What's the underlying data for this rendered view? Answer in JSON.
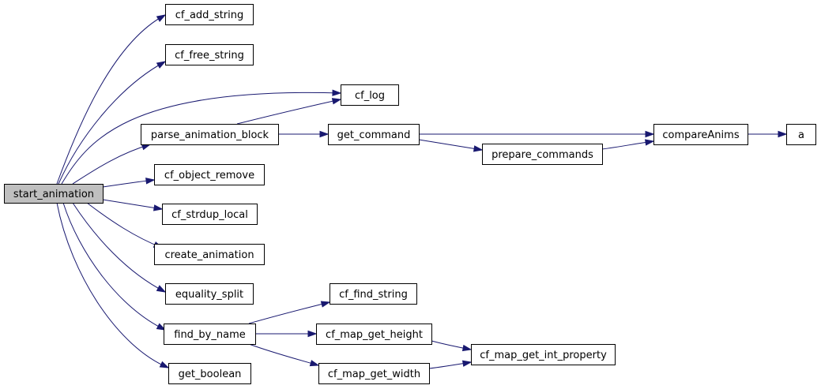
{
  "diagram": {
    "type": "call-graph",
    "edge_color": "#191970",
    "root_fill": "#bfbfbf",
    "nodes": [
      {
        "id": "start_animation",
        "label": "start_animation",
        "root": true
      },
      {
        "id": "cf_add_string",
        "label": "cf_add_string"
      },
      {
        "id": "cf_free_string",
        "label": "cf_free_string"
      },
      {
        "id": "cf_log",
        "label": "cf_log"
      },
      {
        "id": "parse_animation_block",
        "label": "parse_animation_block"
      },
      {
        "id": "get_command",
        "label": "get_command"
      },
      {
        "id": "prepare_commands",
        "label": "prepare_commands"
      },
      {
        "id": "compareAnims",
        "label": "compareAnims"
      },
      {
        "id": "a",
        "label": "a"
      },
      {
        "id": "cf_object_remove",
        "label": "cf_object_remove"
      },
      {
        "id": "cf_strdup_local",
        "label": "cf_strdup_local"
      },
      {
        "id": "create_animation",
        "label": "create_animation"
      },
      {
        "id": "equality_split",
        "label": "equality_split"
      },
      {
        "id": "find_by_name",
        "label": "find_by_name"
      },
      {
        "id": "cf_find_string",
        "label": "cf_find_string"
      },
      {
        "id": "cf_map_get_height",
        "label": "cf_map_get_height"
      },
      {
        "id": "cf_map_get_width",
        "label": "cf_map_get_width"
      },
      {
        "id": "cf_map_get_int_property",
        "label": "cf_map_get_int_property"
      },
      {
        "id": "get_boolean",
        "label": "get_boolean"
      }
    ],
    "edges": [
      {
        "from": "start_animation",
        "to": "cf_add_string"
      },
      {
        "from": "start_animation",
        "to": "cf_free_string"
      },
      {
        "from": "start_animation",
        "to": "cf_log"
      },
      {
        "from": "start_animation",
        "to": "parse_animation_block"
      },
      {
        "from": "start_animation",
        "to": "cf_object_remove"
      },
      {
        "from": "start_animation",
        "to": "cf_strdup_local"
      },
      {
        "from": "start_animation",
        "to": "create_animation"
      },
      {
        "from": "start_animation",
        "to": "equality_split"
      },
      {
        "from": "start_animation",
        "to": "find_by_name"
      },
      {
        "from": "start_animation",
        "to": "get_boolean"
      },
      {
        "from": "parse_animation_block",
        "to": "cf_log"
      },
      {
        "from": "parse_animation_block",
        "to": "get_command"
      },
      {
        "from": "get_command",
        "to": "compareAnims"
      },
      {
        "from": "get_command",
        "to": "prepare_commands"
      },
      {
        "from": "prepare_commands",
        "to": "compareAnims"
      },
      {
        "from": "compareAnims",
        "to": "a"
      },
      {
        "from": "find_by_name",
        "to": "cf_find_string"
      },
      {
        "from": "find_by_name",
        "to": "cf_map_get_height"
      },
      {
        "from": "find_by_name",
        "to": "cf_map_get_width"
      },
      {
        "from": "cf_map_get_height",
        "to": "cf_map_get_int_property"
      },
      {
        "from": "cf_map_get_width",
        "to": "cf_map_get_int_property"
      }
    ]
  }
}
